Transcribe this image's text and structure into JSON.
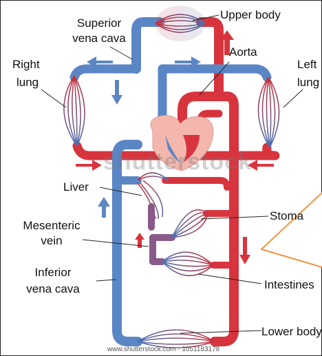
{
  "labels": {
    "upper_body": "Upper body",
    "superior_vena_cava_1": "Superior",
    "superior_vena_cava_2": "vena cava",
    "aorta": "Aorta",
    "right_lung_1": "Right",
    "right_lung_2": "lung",
    "left_lung_1": "Left",
    "left_lung_2": "lung",
    "liver": "Liver",
    "stomach": "Stoma",
    "mesenteric_vein_1": "Mesenteric",
    "mesenteric_vein_2": "vein",
    "inferior_vena_cava_1": "Inferior",
    "inferior_vena_cava_2": "vena cava",
    "intestines": "Intestines",
    "lower_body": "Lower body"
  },
  "watermark": "shutterstock",
  "credit": "www.shutterstock.com · 1051183178",
  "colors": {
    "venous": "#5b86c5",
    "arterial": "#d8343e",
    "portal": "#8a5b8a",
    "heart": "#f3b7ae",
    "capillary_red": "#c8323e",
    "capillary_blue": "#4a73b3",
    "callout": "#f0913d"
  },
  "icons": [
    "arrow-icon",
    "capillary-bed-icon",
    "heart-icon"
  ]
}
